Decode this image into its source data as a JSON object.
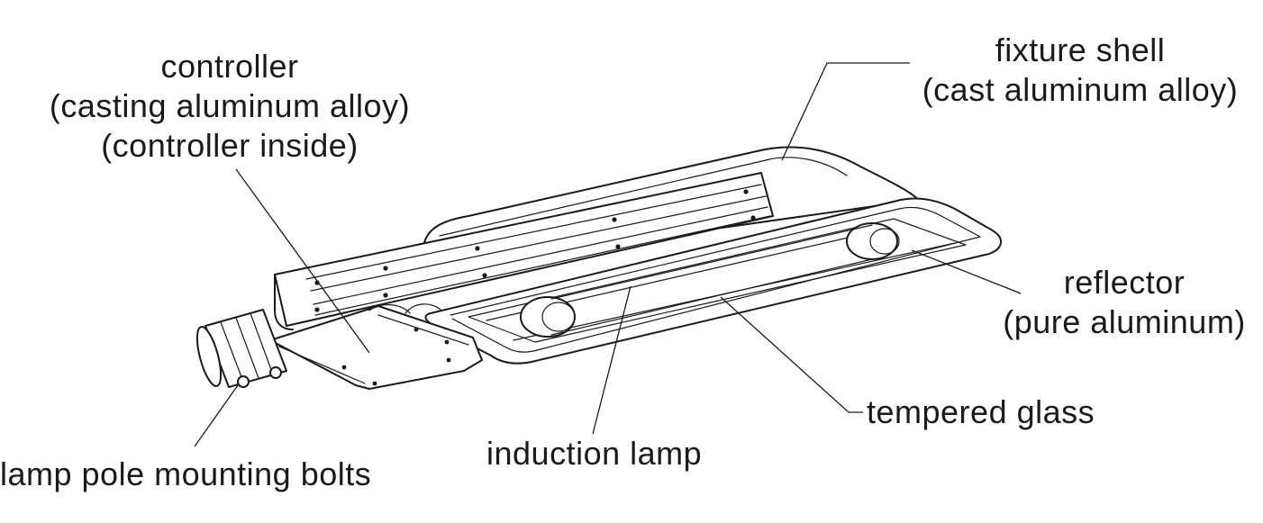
{
  "labels": {
    "controller": {
      "line1": "controller",
      "line2": "(casting aluminum alloy)",
      "line3": "(controller inside)"
    },
    "fixture_shell": {
      "line1": "fixture shell",
      "line2": "(cast aluminum alloy)"
    },
    "reflector": {
      "line1": "reflector",
      "line2": "(pure aluminum)"
    },
    "tempered_glass": "tempered glass",
    "induction_lamp": "induction lamp",
    "mounting_bolts": "lamp pole mounting bolts"
  },
  "colors": {
    "ink": "#1a1a1a",
    "background": "#ffffff"
  }
}
